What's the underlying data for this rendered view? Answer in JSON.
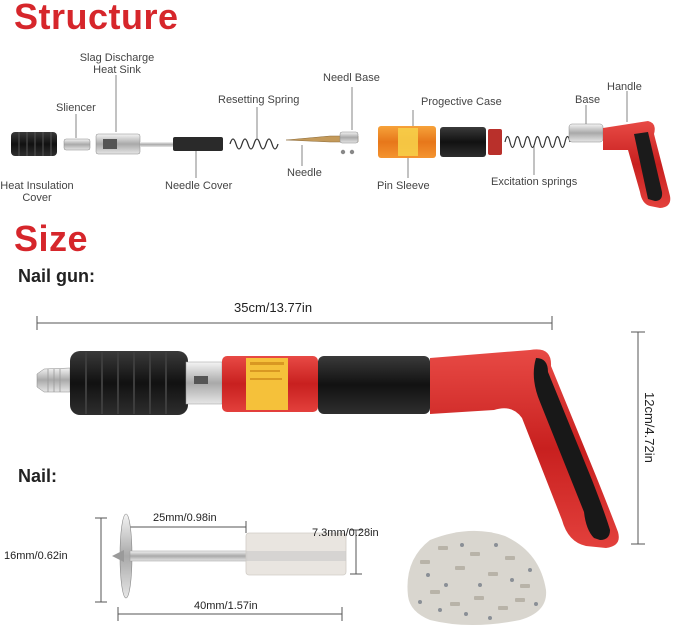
{
  "titles": {
    "structure": "Structure",
    "size": "Size",
    "nail_gun": "Nail gun:",
    "nail": "Nail:"
  },
  "parts": {
    "slag_line1": "Slag Discharge",
    "slag_line2": "Heat Sink",
    "sliencer": "Sliencer",
    "heat_line1": "Heat Insulation",
    "heat_line2": "Cover",
    "resetting_spring": "Resetting Spring",
    "needle_cover": "Needle Cover",
    "needl_base": "Needl Base",
    "needle": "Needle",
    "progective_case": "Progective Case",
    "pin_sleeve": "Pin Sleeve",
    "base": "Base",
    "handle": "Handle",
    "excitation_springs": "Excitation springs"
  },
  "dimensions": {
    "gun_length": "35cm/13.77in",
    "gun_height": "12cm/4.72in",
    "nail_head": "16mm/0.62in",
    "nail_shank": "25mm/0.98in",
    "nail_sleeve": "7.3mm/0.28in",
    "nail_total": "40mm/1.57in"
  },
  "colors": {
    "title_red": "#d6262b",
    "gun_red": "#d42a2d",
    "grip_black": "#1c1c1c",
    "label_orange": "#f08a1e"
  }
}
